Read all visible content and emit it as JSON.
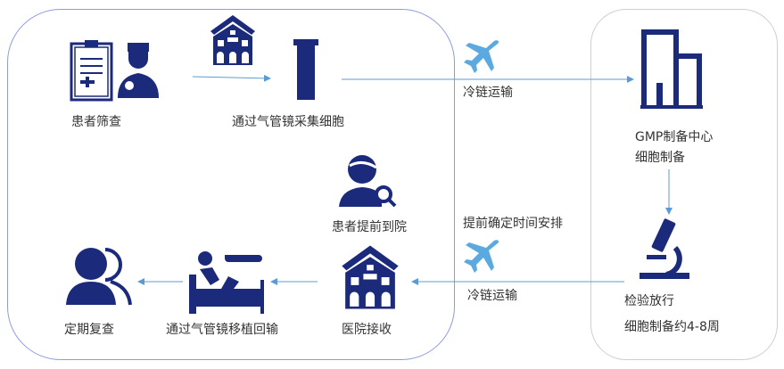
{
  "colors": {
    "navy": "#1c2a7c",
    "arrow": "#5b9bd5",
    "plane": "#5aa9e0",
    "left_border": "#8f9ae6",
    "right_border": "#cfcfcf"
  },
  "steps": {
    "screening": "患者筛查",
    "collect": "通过气管镜采集细胞",
    "transport1": "冷链运输",
    "gmp": "GMP制备中心",
    "prep": "细胞制备",
    "inspect": "检验放行",
    "duration": "细胞制备约4-8周",
    "schedule": "提前确定时间安排",
    "transport2": "冷链运输",
    "arrive": "患者提前到院",
    "receive": "医院接收",
    "transplant": "通过气管镜移植回输",
    "followup": "定期复查"
  }
}
